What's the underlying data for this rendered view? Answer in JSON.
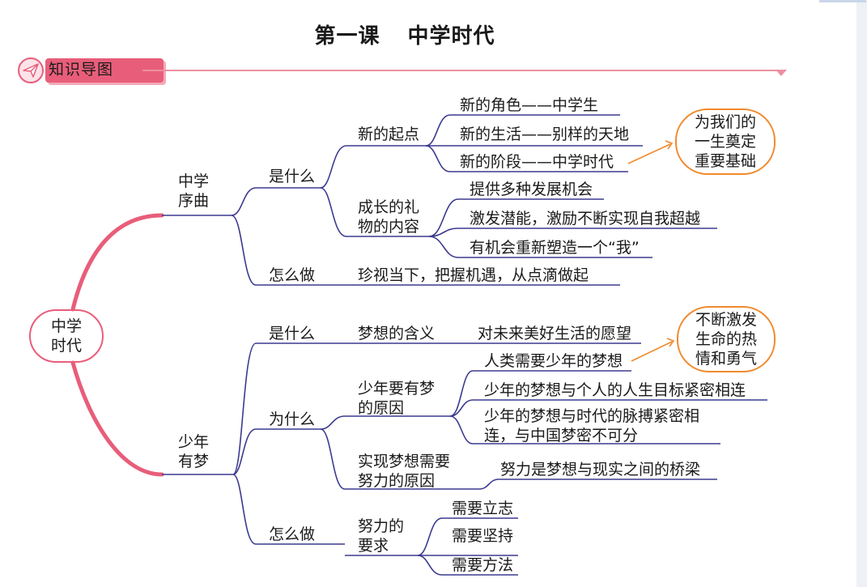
{
  "page_title": "第一课 中学时代",
  "title_parts": [
    "第一课",
    "中学时代"
  ],
  "banner": {
    "label": "知识导图",
    "icon": "paper-plane-icon"
  },
  "colors": {
    "accent_pink": "#e85e7a",
    "line_purple": "#3c3a8f",
    "note_orange": "#f08a2e"
  },
  "mindmap": {
    "root": "中学时代",
    "branches": [
      {
        "label": "中学序曲",
        "children": [
          {
            "label": "是什么",
            "children": [
              {
                "label": "新的起点",
                "items": [
                  "新的角色——中学生",
                  "新的生活——别样的天地",
                  "新的阶段——中学时代"
                ]
              },
              {
                "label": "成长的礼物的内容",
                "items": [
                  "提供多种发展机会",
                  "激发潜能，激励不断实现自我超越",
                  "有机会重新塑造一个“我”"
                ]
              }
            ]
          },
          {
            "label": "怎么做",
            "items": [
              "珍视当下，把握机遇，从点滴做起"
            ]
          }
        ]
      },
      {
        "label": "少年有梦",
        "children": [
          {
            "label": "是什么",
            "children": [
              {
                "label": "梦想的含义",
                "items": [
                  "对未来美好生活的愿望"
                ]
              }
            ]
          },
          {
            "label": "为什么",
            "children": [
              {
                "label": "少年要有梦的原因",
                "items": [
                  "人类需要少年的梦想",
                  "少年的梦想与个人的人生目标紧密相连",
                  "少年的梦想与时代的脉搏紧密相连，与中国梦密不可分"
                ]
              },
              {
                "label": "实现梦想需要努力的原因",
                "items": [
                  "努力是梦想与现实之间的桥梁"
                ]
              }
            ]
          },
          {
            "label": "怎么做",
            "children": [
              {
                "label": "努力的要求",
                "items": [
                  "需要立志",
                  "需要坚持",
                  "需要方法"
                ]
              }
            ]
          }
        ]
      }
    ],
    "notes": [
      {
        "text": "为我们的一生奠定重要基础",
        "points_to": "新的阶段——中学时代"
      },
      {
        "text": "不断激发生命的热情和勇气",
        "points_to": "人类需要少年的梦想"
      }
    ]
  }
}
